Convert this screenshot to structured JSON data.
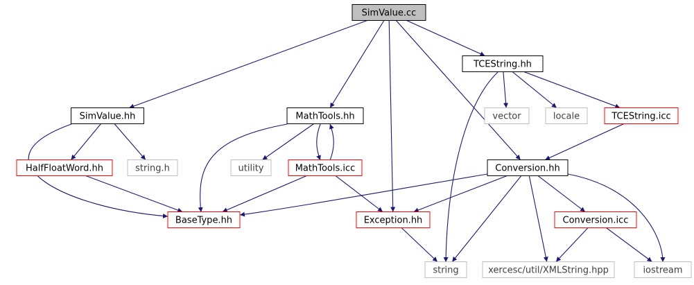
{
  "colors": {
    "edge": "#191970",
    "root_fill": "#bfbfbf",
    "normal_border": "#000000",
    "truncated_border": "#ff0000",
    "system_border": "#bfbfbf",
    "system_text": "#404040",
    "text": "#000000"
  },
  "nodes": [
    {
      "id": "simvalue_cc",
      "label": "SimValue.cc",
      "kind": "root"
    },
    {
      "id": "tcestring_hh",
      "label": "TCEString.hh",
      "kind": "normal"
    },
    {
      "id": "simvalue_hh",
      "label": "SimValue.hh",
      "kind": "normal"
    },
    {
      "id": "mathtools_hh",
      "label": "MathTools.hh",
      "kind": "normal"
    },
    {
      "id": "vector",
      "label": "vector",
      "kind": "system"
    },
    {
      "id": "locale",
      "label": "locale",
      "kind": "system"
    },
    {
      "id": "tcestring_icc",
      "label": "TCEString.icc",
      "kind": "truncated"
    },
    {
      "id": "halffloatword_hh",
      "label": "HalfFloatWord.hh",
      "kind": "truncated"
    },
    {
      "id": "string_h",
      "label": "string.h",
      "kind": "system"
    },
    {
      "id": "utility",
      "label": "utility",
      "kind": "system"
    },
    {
      "id": "mathtools_icc",
      "label": "MathTools.icc",
      "kind": "truncated"
    },
    {
      "id": "conversion_hh",
      "label": "Conversion.hh",
      "kind": "normal"
    },
    {
      "id": "basetype_hh",
      "label": "BaseType.hh",
      "kind": "truncated"
    },
    {
      "id": "exception_hh",
      "label": "Exception.hh",
      "kind": "truncated"
    },
    {
      "id": "conversion_icc",
      "label": "Conversion.icc",
      "kind": "truncated"
    },
    {
      "id": "string",
      "label": "string",
      "kind": "system"
    },
    {
      "id": "xmlstring_hpp",
      "label": "xercesc/util/XMLString.hpp",
      "kind": "system"
    },
    {
      "id": "iostream",
      "label": "iostream",
      "kind": "system"
    }
  ],
  "edges": [
    {
      "from": "simvalue_cc",
      "to": "simvalue_hh"
    },
    {
      "from": "simvalue_cc",
      "to": "mathtools_hh"
    },
    {
      "from": "simvalue_cc",
      "to": "exception_hh"
    },
    {
      "from": "simvalue_cc",
      "to": "conversion_hh"
    },
    {
      "from": "simvalue_cc",
      "to": "tcestring_hh"
    },
    {
      "from": "tcestring_hh",
      "to": "vector"
    },
    {
      "from": "tcestring_hh",
      "to": "locale"
    },
    {
      "from": "tcestring_hh",
      "to": "tcestring_icc"
    },
    {
      "from": "tcestring_hh",
      "to": "string"
    },
    {
      "from": "tcestring_icc",
      "to": "conversion_hh"
    },
    {
      "from": "simvalue_hh",
      "to": "halffloatword_hh"
    },
    {
      "from": "simvalue_hh",
      "to": "string_h"
    },
    {
      "from": "simvalue_hh",
      "to": "basetype_hh"
    },
    {
      "from": "halffloatword_hh",
      "to": "basetype_hh"
    },
    {
      "from": "mathtools_hh",
      "to": "utility"
    },
    {
      "from": "mathtools_hh",
      "to": "mathtools_icc"
    },
    {
      "from": "mathtools_hh",
      "to": "basetype_hh"
    },
    {
      "from": "mathtools_icc",
      "to": "mathtools_hh"
    },
    {
      "from": "mathtools_icc",
      "to": "basetype_hh"
    },
    {
      "from": "mathtools_icc",
      "to": "exception_hh"
    },
    {
      "from": "conversion_hh",
      "to": "basetype_hh"
    },
    {
      "from": "conversion_hh",
      "to": "exception_hh"
    },
    {
      "from": "conversion_hh",
      "to": "conversion_icc"
    },
    {
      "from": "conversion_hh",
      "to": "string"
    },
    {
      "from": "conversion_hh",
      "to": "xmlstring_hpp"
    },
    {
      "from": "conversion_hh",
      "to": "iostream"
    },
    {
      "from": "exception_hh",
      "to": "string"
    },
    {
      "from": "conversion_icc",
      "to": "xmlstring_hpp"
    },
    {
      "from": "conversion_icc",
      "to": "iostream"
    }
  ]
}
